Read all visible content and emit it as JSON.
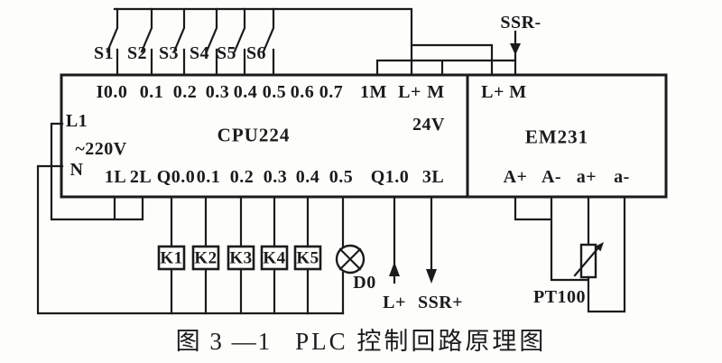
{
  "colors": {
    "line": "#1b1b1b",
    "background": "#fdfdfb"
  },
  "cpu": {
    "name": "CPU224",
    "aux_voltage": "24V",
    "top_terminals": [
      "I0.0",
      "0.1",
      "0.2",
      "0.3",
      "0.4",
      "0.5",
      "0.6",
      "0.7",
      "1M",
      "L+",
      "M"
    ],
    "bottom_terminals": [
      "1L",
      "2L",
      "Q0.0",
      "0.1",
      "0.2",
      "0.3",
      "0.4",
      "0.5",
      "Q1.0",
      "3L"
    ]
  },
  "em": {
    "name": "EM231",
    "top_terminals": [
      "L+",
      "M"
    ],
    "bottom_terminals": [
      "A+",
      "A-",
      "a+",
      "a-"
    ]
  },
  "switches": [
    "S1",
    "S2",
    "S3",
    "S4",
    "S5",
    "S6"
  ],
  "relays": [
    "K1",
    "K2",
    "K3",
    "K4",
    "K5"
  ],
  "lamp": "D0",
  "sensor": "PT100",
  "power": {
    "line": "L1",
    "voltage": "~220V",
    "neutral": "N"
  },
  "external": {
    "ssr_minus": "SSR-",
    "l_plus": "L+",
    "ssr_plus": "SSR+"
  },
  "caption": {
    "figure_no": "图 3 —1",
    "title": "PLC 控制回路原理图"
  }
}
